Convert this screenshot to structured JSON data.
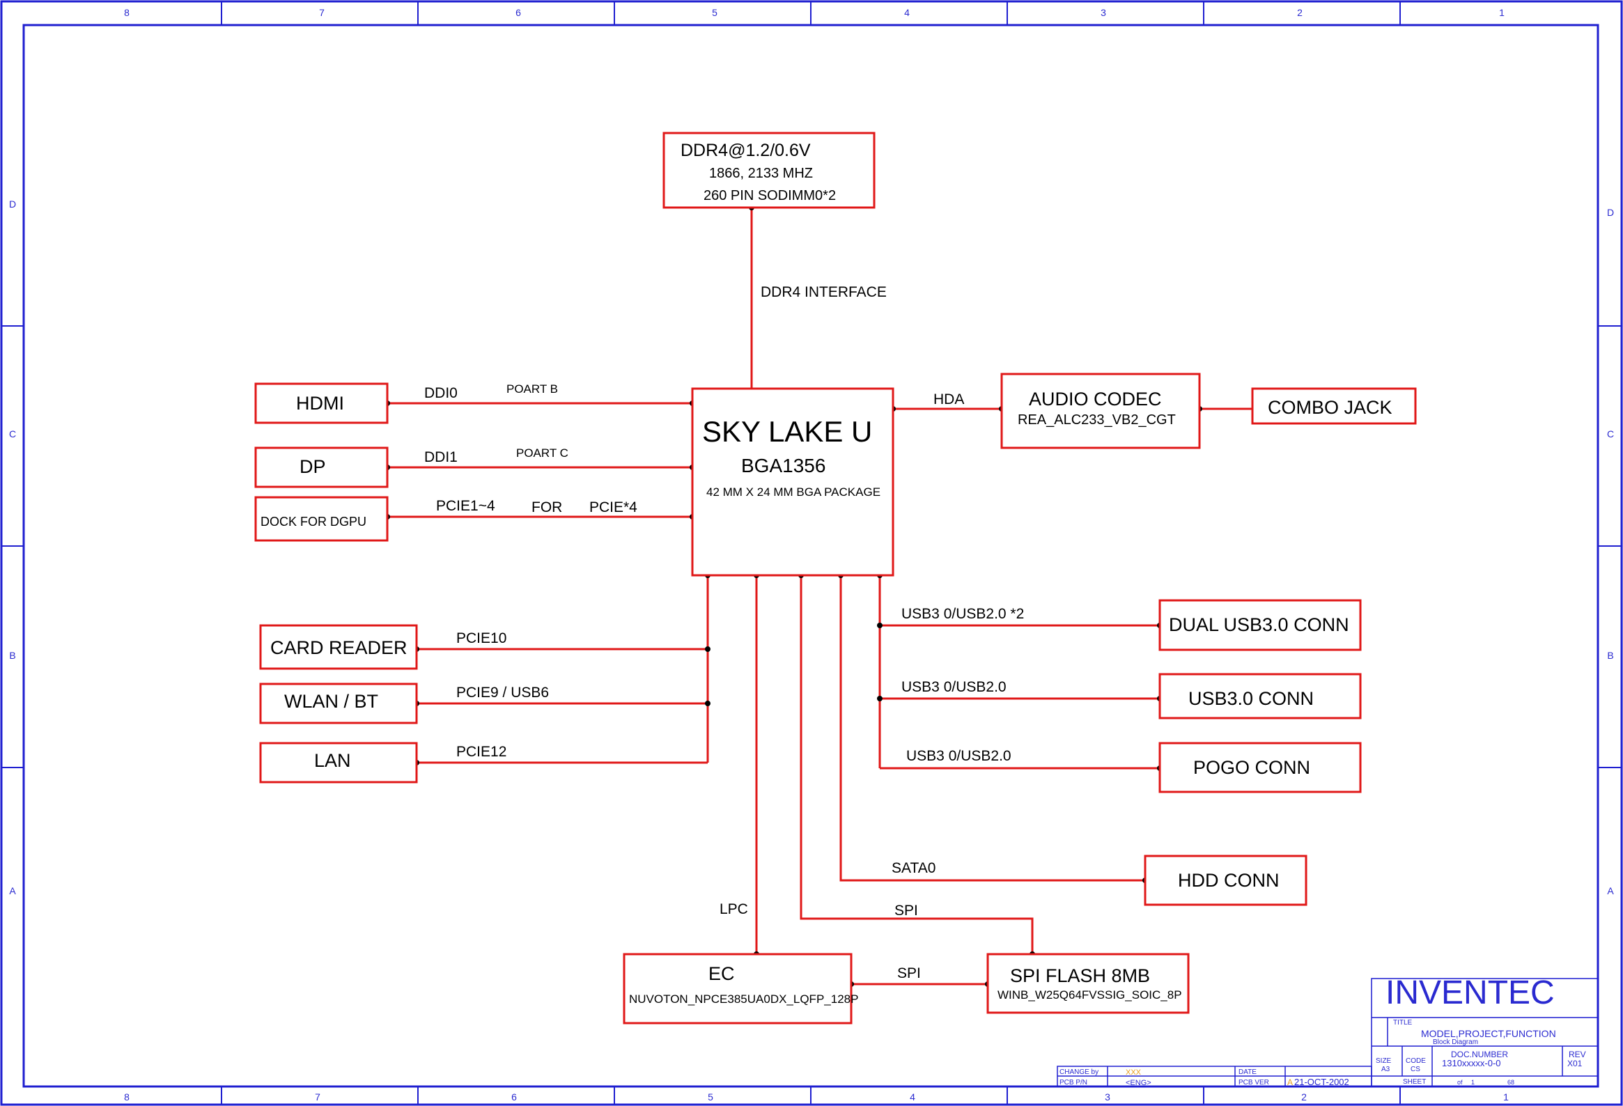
{
  "border": {
    "cols": [
      "8",
      "7",
      "6",
      "5",
      "4",
      "3",
      "2",
      "1"
    ],
    "rows": [
      "D",
      "C",
      "B",
      "A"
    ]
  },
  "blocks": {
    "ddr": {
      "l1": "DDR4@1.2/0.6V",
      "l2": "1866, 2133  MHZ",
      "l3": "260 PIN SODIMM0*2"
    },
    "cpu": {
      "l1": "SKY LAKE U",
      "l2": "BGA1356",
      "l3": "42 MM X 24 MM BGA PACKAGE"
    },
    "hdmi": "HDMI",
    "dp": "DP",
    "dock": "DOCK FOR DGPU",
    "audio": {
      "l1": "AUDIO CODEC",
      "l2": "REA_ALC233_VB2_CGT"
    },
    "combo": "COMBO JACK",
    "card": "CARD READER",
    "wlan": "WLAN / BT",
    "lan": "LAN",
    "dual": "DUAL USB3.0 CONN",
    "usb3": "USB3.0 CONN",
    "pogo": "POGO CONN",
    "hdd": "HDD CONN",
    "ec": {
      "l1": "EC",
      "l2": "NUVOTON_NPCE385UA0DX_LQFP_128P"
    },
    "spi": {
      "l1": "SPI FLASH 8MB",
      "l2": "WINB_W25Q64FVSSIG_SOIC_8P"
    }
  },
  "wires": {
    "ddr4": "DDR4 INTERFACE",
    "ddi0": "DDI0",
    "poartb": "POART B",
    "ddi1": "DDI1",
    "poartc": "POART C",
    "pcie14": "PCIE1~4",
    "for": "FOR",
    "pcie4": "PCIE*4",
    "hda": "HDA",
    "pcie10": "PCIE10",
    "pcie9": "PCIE9 / USB6",
    "pcie12": "PCIE12",
    "usb1": "USB3 0/USB2.0 *2",
    "usb2": "USB3 0/USB2.0",
    "usb3": "USB3 0/USB2.0",
    "sata": "SATA0",
    "lpc": "LPC",
    "spi1": "SPI",
    "spi2": "SPI"
  },
  "titleblock": {
    "company": "INVENTEC",
    "title_lbl": "TITLE",
    "title": "MODEL,PROJECT,FUNCTION",
    "subtitle": "Block Diagram",
    "size_lbl": "SIZE",
    "size": "A3",
    "code_lbl": "CODE",
    "code": "CS",
    "docnum_lbl": "DOC.NUMBER",
    "docnum": "1310xxxxx-0-0",
    "rev_lbl": "REV",
    "rev": "X01",
    "change_lbl": "CHANGE by",
    "change": "XXX",
    "date_lbl": "DATE",
    "date": "21-OCT-2002",
    "pcbpn_lbl": "PCB P/N",
    "pcbpn": "<ENG>",
    "pcbver_lbl": "PCB VER",
    "pcbver": "A",
    "sheet_lbl": "SHEET",
    "of_lbl": "of",
    "sheet": "1",
    "sheets": "68"
  }
}
